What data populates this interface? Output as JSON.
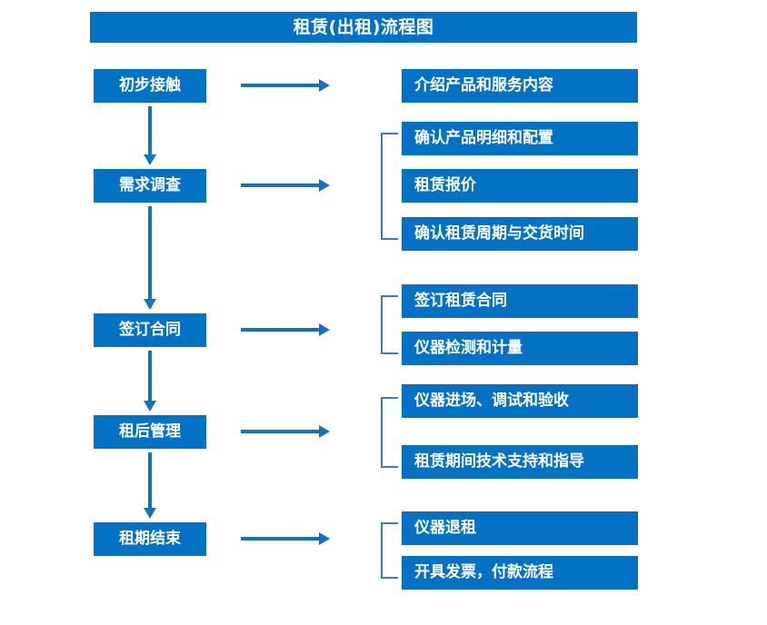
{
  "diagram": {
    "title": "租赁(出租)流程图",
    "theme": {
      "box_fill": "#0472c4",
      "box_text": "#ffffff",
      "arrow_color": "#1274bf",
      "bracket_color": "#3b7cc0",
      "background": "#ffffff"
    },
    "stages": [
      {
        "label": "初步接触"
      },
      {
        "label": "需求调查"
      },
      {
        "label": "签订合同"
      },
      {
        "label": "租后管理"
      },
      {
        "label": "租期结束"
      }
    ],
    "details": [
      {
        "label": "介绍产品和服务内容"
      },
      {
        "label": "确认产品明细和配置"
      },
      {
        "label": "租赁报价"
      },
      {
        "label": "确认租赁周期与交货时间"
      },
      {
        "label": "签订租赁合同"
      },
      {
        "label": "仪器检测和计量"
      },
      {
        "label": "仪器进场、调试和验收"
      },
      {
        "label": "租赁期间技术支持和指导"
      },
      {
        "label": "仪器退租"
      },
      {
        "label": "开具发票，付款流程"
      }
    ]
  }
}
